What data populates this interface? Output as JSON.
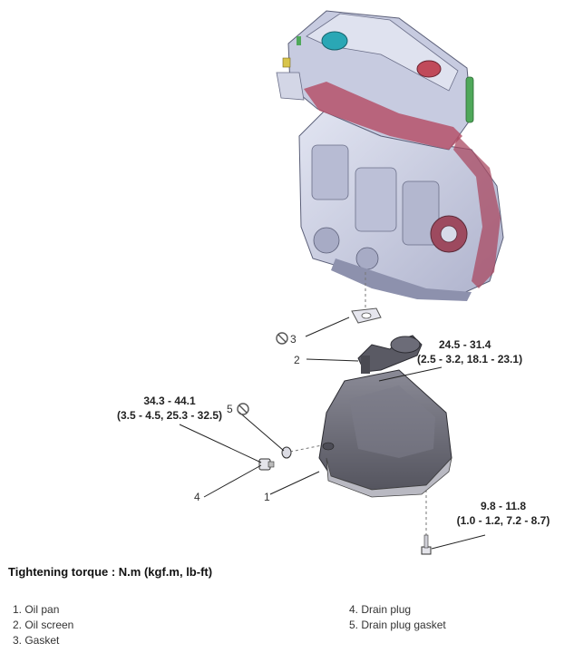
{
  "diagram": {
    "callouts": {
      "c1": "1",
      "c2": "2",
      "c3": "3",
      "c4": "4",
      "c5": "5"
    },
    "torques": {
      "drain_plug": {
        "line1": "34.3 - 44.1",
        "line2": "(3.5 - 4.5, 25.3 - 32.5)"
      },
      "oil_screen_bolt": {
        "line1": "24.5 - 31.4",
        "line2": "(2.5 - 3.2, 18.1 - 23.1)"
      },
      "oil_pan_bolt": {
        "line1": "9.8 - 11.8",
        "line2": "(1.0 - 1.2, 7.2 - 8.7)"
      }
    },
    "colors": {
      "engine_body": "#cfd3e6",
      "engine_shade": "#9ea3c0",
      "head_accent": "#b5526a",
      "oil_pan": "#737380",
      "cap_teal": "#2aa7b5",
      "cap_red": "#c04a5a",
      "bracket_green": "#4fa85a"
    },
    "icons": [
      "no-reuse-icon"
    ]
  },
  "torque_title": "Tightening torque : N.m (kgf.m, lb-ft)",
  "legend": {
    "left": [
      "1. Oil pan",
      "2. Oil screen",
      "3. Gasket"
    ],
    "right": [
      "4. Drain plug",
      "5. Drain plug gasket"
    ]
  }
}
